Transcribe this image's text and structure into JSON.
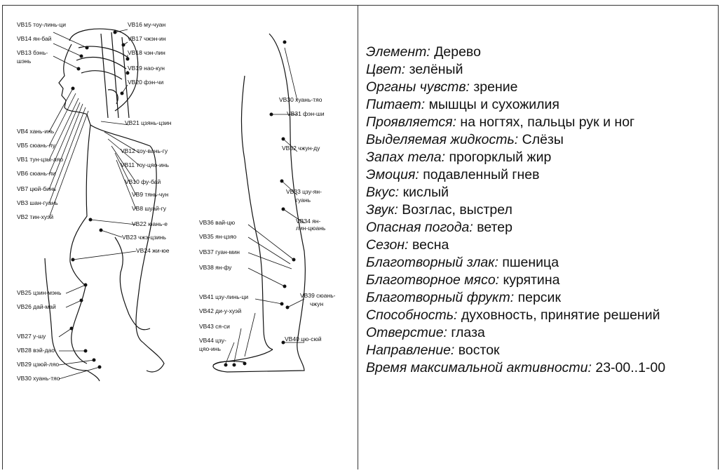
{
  "figure": {
    "head_labels_left": [
      "VB15 тоу-линь-ци",
      "VB14 ян-бай",
      "VB13 бэнь-",
      "шэнь"
    ],
    "head_labels_right": [
      "VB16 му-чуан",
      "VB17 чжэн-ин",
      "VB18 чэн-лин",
      "VB19 нао-кун",
      "VB20 фэн-чи"
    ],
    "torso_labels_left": [
      "VB4 хань-инь",
      "VB5 сюань-лу",
      "VB1 тун-цзы-ляо",
      "VB6 сюань-ли",
      "VB7 цюй-бинь",
      "VB3 шан-гуань",
      "VB2 тин-хуэй"
    ],
    "torso_labels_right": [
      "VB21 цзянь-цзин",
      "VB12 тоу-вань-гу",
      "VB11 тоу-цяо-инь",
      "VB10 фу-бай",
      "VB9 тянь-чун",
      "VB8 шуай-гу",
      "VB22 юань-е",
      "VB23 чжэ-цзинь",
      "VB24 жи-юе"
    ],
    "arm_labels": [
      "VB25 цзин-мэнь",
      "VB26 дай-май",
      "VB27 у-шу",
      "VB28 вэй-дао",
      "VB29 цзюй-ляо",
      "VB30 хуань-тяо"
    ],
    "leg_labels_right": [
      "VB30 хуань-тяо",
      "VB31 фэн-ши",
      "VB32 чжун-ду",
      "VB33 цзу-ян-",
      "гуань",
      "VB34 ян-",
      "лин-цюань",
      "VB39 сюань-",
      "чжун",
      "VB40 цю-сюй"
    ],
    "leg_labels_left": [
      "VB36 вай-цю",
      "VB35 ян-цзяо",
      "VB37 гуан-мин",
      "VB38 ян-фу",
      "VB41 цзу-линь-ци",
      "VB42 ди-у-хуэй",
      "VB43 ся-си",
      "VB44 цзу-",
      "цяо-инь"
    ]
  },
  "properties": [
    {
      "key": "Элемент:",
      "value": "Дерево"
    },
    {
      "key": "Цвет:",
      "value": "зелёный"
    },
    {
      "key": "Органы чувств:",
      "value": "зрение"
    },
    {
      "key": "Питает:",
      "value": "мышцы и сухожилия"
    },
    {
      "key": "Проявляется:",
      "value": "на ногтях, пальцы рук и ног"
    },
    {
      "key": "Выделяемая жидкость:",
      "value": "Слёзы"
    },
    {
      "key": "Запах тела:",
      "value": "прогорклый жир"
    },
    {
      "key": "Эмоция:",
      "value": "подавленный гнев"
    },
    {
      "key": "Вкус:",
      "value": "кислый"
    },
    {
      "key": "Звук:",
      "value": "Возглас, выстрел"
    },
    {
      "key": "Опасная погода:",
      "value": "ветер"
    },
    {
      "key": "Сезон:",
      "value": "весна"
    },
    {
      "key": "Благотворный злак:",
      "value": "пшеница"
    },
    {
      "key": "Благотворное мясо:",
      "value": "курятина"
    },
    {
      "key": "Благотворный фрукт:",
      "value": "персик"
    },
    {
      "key": "Способность:",
      "value": "духовность, принятие решений"
    },
    {
      "key": "Отверстие:",
      "value": "глаза"
    },
    {
      "key": "Направление:",
      "value": "восток"
    },
    {
      "key": "Время максимальной активности:",
      "value": "23-00..1-00"
    }
  ]
}
